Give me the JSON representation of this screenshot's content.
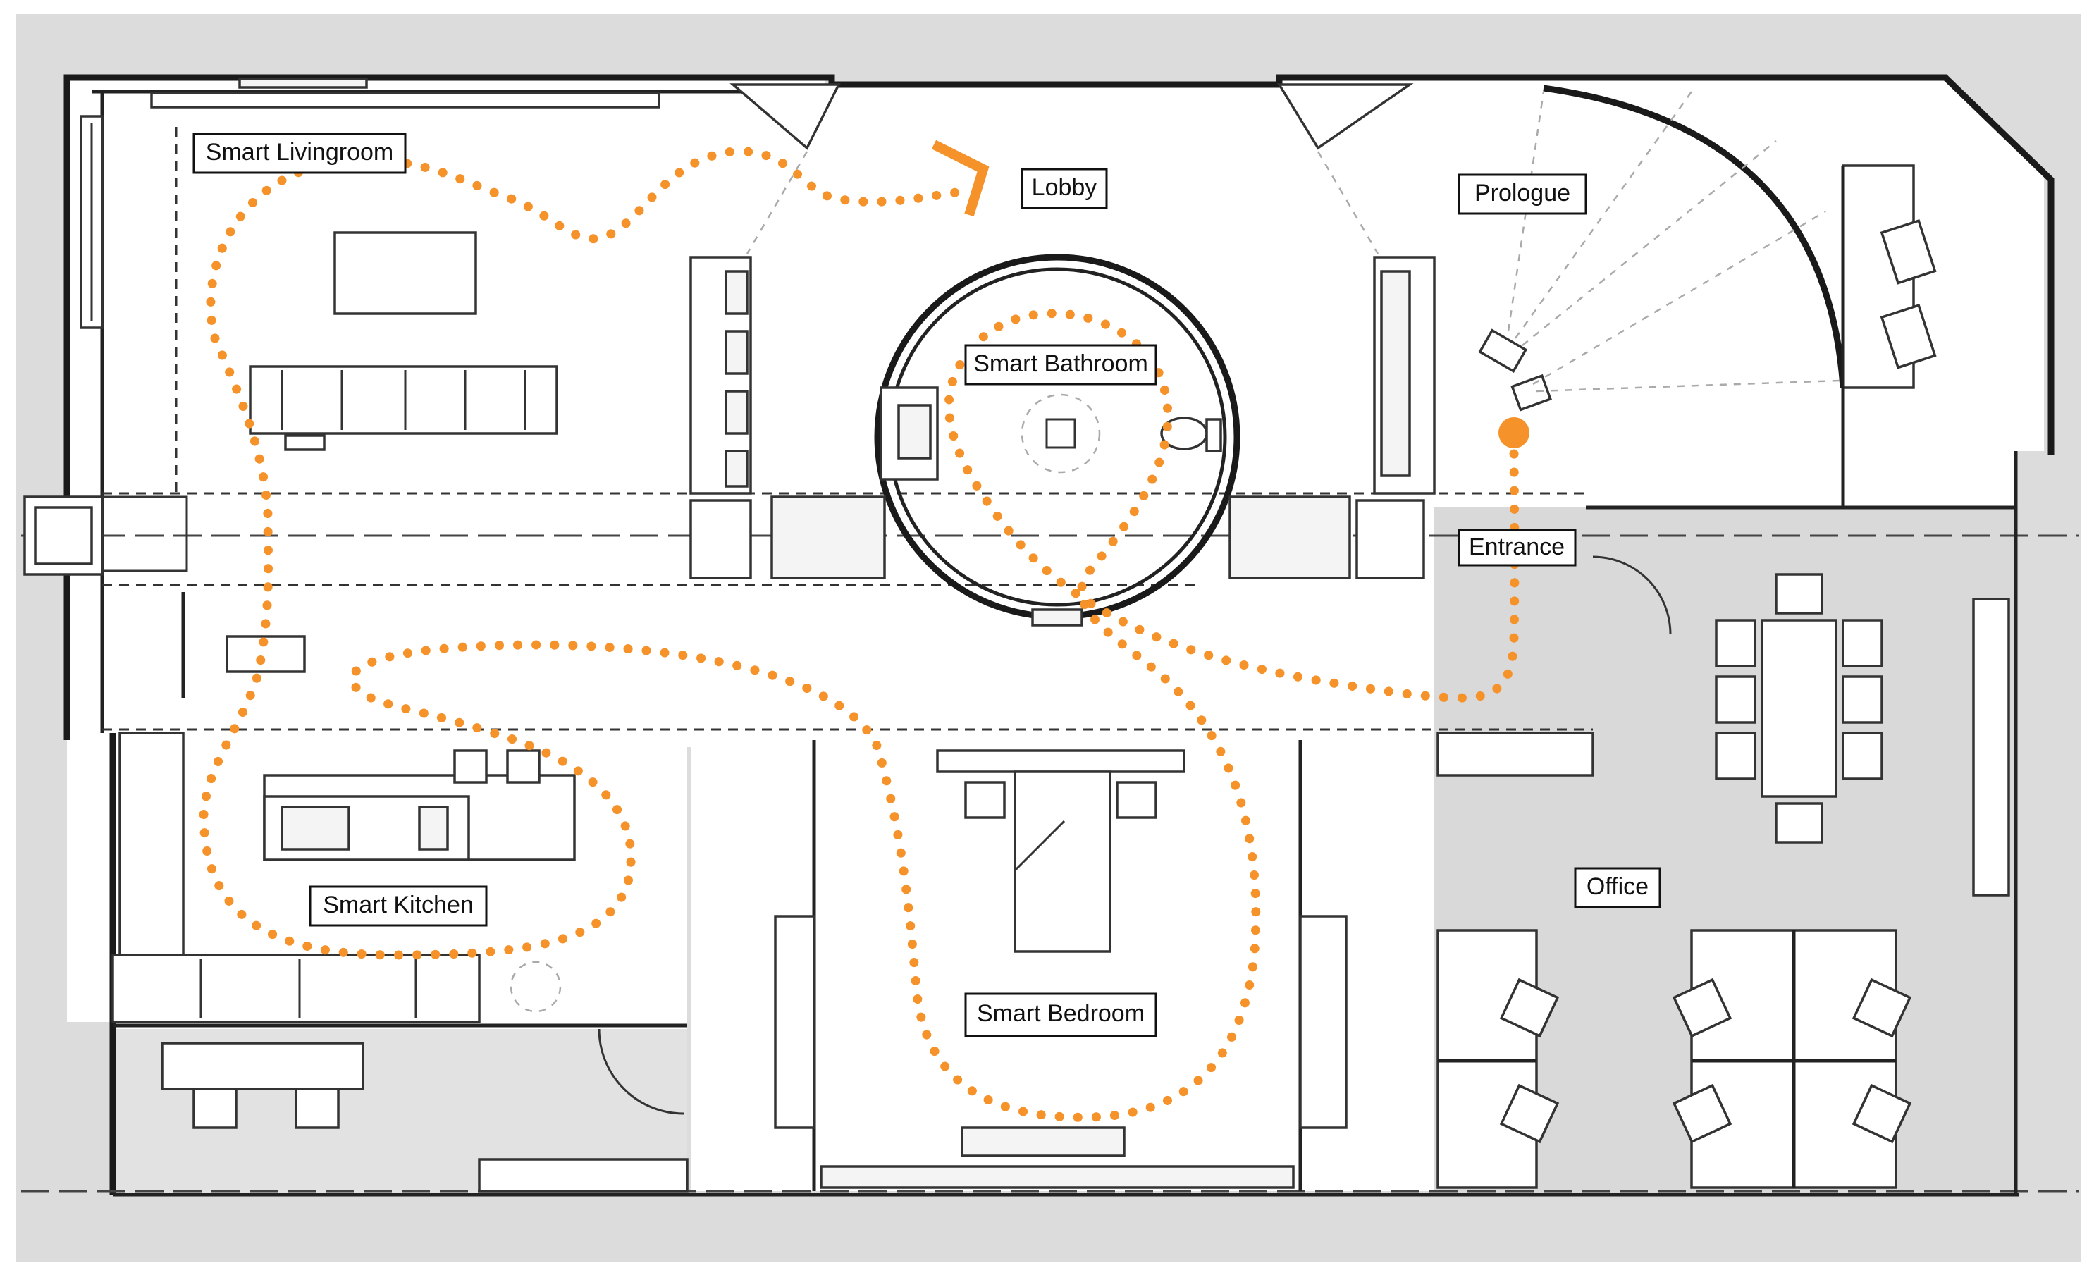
{
  "rooms": [
    {
      "id": "smart-livingroom",
      "label": "Smart Livingroom"
    },
    {
      "id": "lobby",
      "label": "Lobby"
    },
    {
      "id": "prologue",
      "label": "Prologue"
    },
    {
      "id": "smart-bathroom",
      "label": "Smart Bathroom"
    },
    {
      "id": "entrance",
      "label": "Entrance"
    },
    {
      "id": "smart-kitchen",
      "label": "Smart Kitchen"
    },
    {
      "id": "office",
      "label": "Office"
    },
    {
      "id": "smart-bedroom",
      "label": "Smart Bedroom"
    }
  ],
  "colors": {
    "route": "#f5922a",
    "outside": "#dcdcdc",
    "office_floor": "#d9d9d9",
    "interior": "#ffffff",
    "wall": "#222222"
  }
}
